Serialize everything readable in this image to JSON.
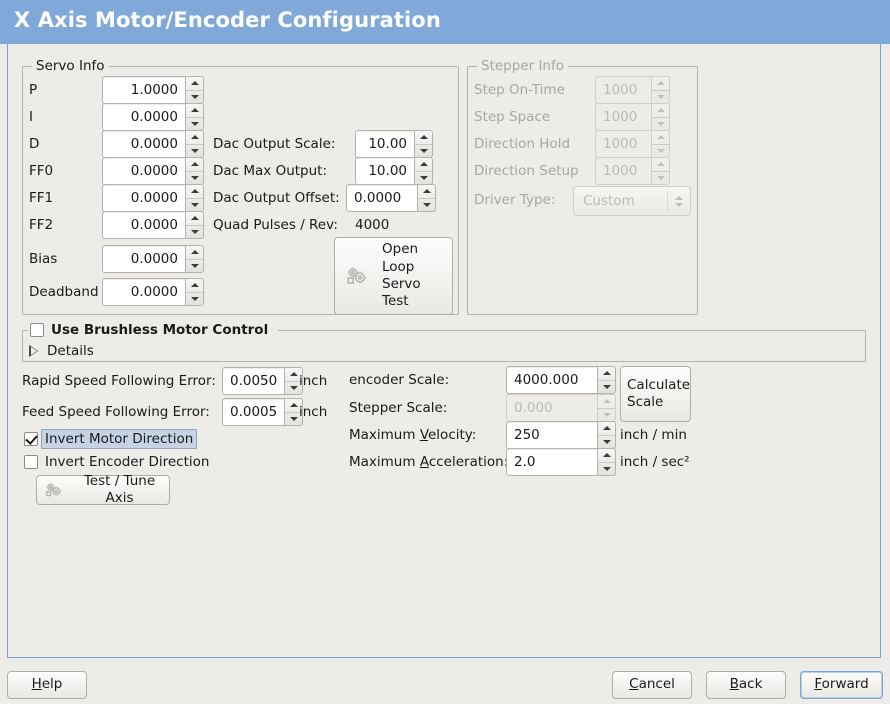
{
  "window": {
    "title": "X Axis Motor/Encoder Configuration"
  },
  "servo": {
    "legend": "Servo Info",
    "fields": [
      {
        "label": "P",
        "value": "1.0000"
      },
      {
        "label": "I",
        "value": "0.0000"
      },
      {
        "label": "D",
        "value": "0.0000"
      },
      {
        "label": "FF0",
        "value": "0.0000"
      },
      {
        "label": "FF1",
        "value": "0.0000"
      },
      {
        "label": "FF2",
        "value": "0.0000"
      },
      {
        "label": "Bias",
        "value": "0.0000"
      },
      {
        "label": "Deadband",
        "value": "0.0000"
      }
    ],
    "dac": [
      {
        "label": "Dac Output Scale:",
        "value": "10.00"
      },
      {
        "label": "Dac Max Output:",
        "value": "10.00"
      },
      {
        "label": "Dac Output Offset:",
        "value": "0.0000"
      }
    ],
    "quad_label": "Quad Pulses / Rev:",
    "quad_value": "4000",
    "open_loop_button": "Open\nLoop\nServo\nTest",
    "open_loop_lines": [
      "Open",
      "Loop",
      "Servo",
      "Test"
    ],
    "open_loop_icon": "gears-icon"
  },
  "stepper": {
    "legend": "Stepper Info",
    "disabled": true,
    "fields": [
      {
        "label": "Step On-Time",
        "value": "1000"
      },
      {
        "label": "Step Space",
        "value": "1000"
      },
      {
        "label": "Direction Hold",
        "value": "1000"
      },
      {
        "label": "Direction Setup",
        "value": "1000"
      }
    ],
    "driver_type_label": "Driver Type:",
    "driver_type_value": "Custom"
  },
  "brushless": {
    "checkbox_label": "Use Brushless Motor Control",
    "checked": false,
    "details_label": "Details",
    "details_expanded": false
  },
  "tuning": {
    "rapid_label": "Rapid Speed Following Error:",
    "rapid_value": "0.0050",
    "rapid_unit": "inch",
    "feed_label": "Feed Speed Following Error:",
    "feed_value": "0.0005",
    "feed_unit": "inch",
    "invert_motor_label": "Invert Motor Direction",
    "invert_motor_checked": true,
    "invert_encoder_label": "Invert Encoder Direction",
    "invert_encoder_checked": false,
    "test_tune_label": "Test / Tune Axis",
    "test_tune_icon": "gears-icon"
  },
  "scales": {
    "encoder_label": "encoder Scale:",
    "encoder_value": "4000.000",
    "stepper_label": "Stepper Scale:",
    "stepper_value": "0.000",
    "stepper_disabled": true,
    "calculate_lines": [
      "Calculate",
      "Scale"
    ],
    "max_velocity_label_pre": "Maximum ",
    "max_velocity_label_mn": "V",
    "max_velocity_label_post": "elocity:",
    "max_velocity_value": "250",
    "max_velocity_unit": "inch / min",
    "max_accel_label_pre": "Maximum ",
    "max_accel_label_mn": "A",
    "max_accel_label_post": "cceleration:",
    "max_accel_value": "2.0",
    "max_accel_unit": "inch / sec²"
  },
  "footer": {
    "help_pre": "",
    "help_mn": "H",
    "help_post": "elp",
    "cancel_pre": "",
    "cancel_mn": "C",
    "cancel_post": "ancel",
    "back_pre": "",
    "back_mn": "B",
    "back_post": "ack",
    "forward_pre": "",
    "forward_mn": "F",
    "forward_post": "orward"
  },
  "colors": {
    "titlebar": "#80a9d9",
    "background": "#edece9",
    "panel_border": "#7ba3d4",
    "focus_highlight": "#c6d3e4",
    "disabled_text": "#a9a6a1"
  }
}
